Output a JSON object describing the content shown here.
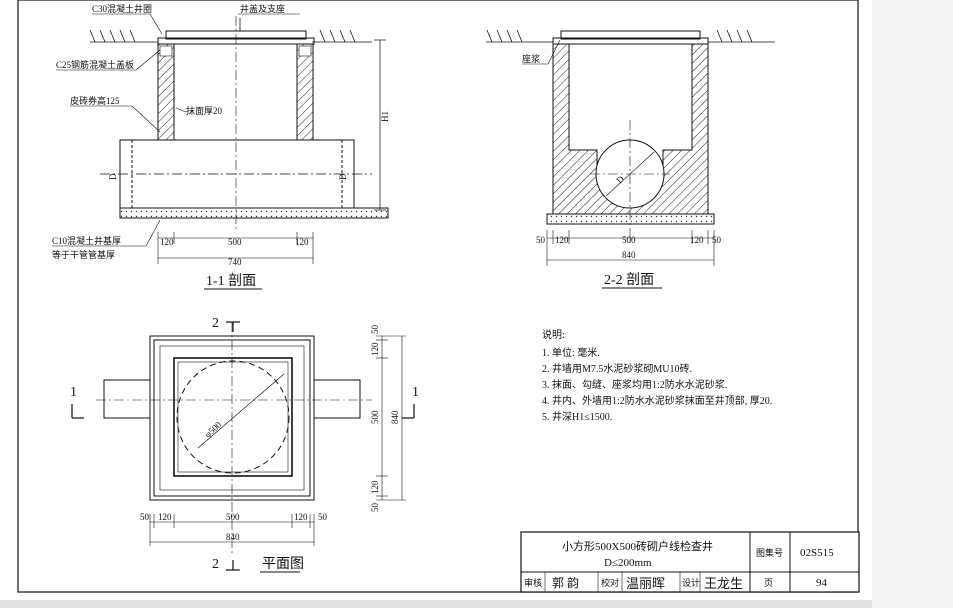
{
  "window": {
    "scroll_right": "",
    "scroll_bottom": ""
  },
  "section_1_1": {
    "title": "1-1 剖面",
    "callouts": {
      "c30_cover": "C30混凝土井圈",
      "lid": "井盖及支座",
      "c25_slab": "C25钢筋混凝土盖板",
      "brick_course": "皮砖券高125",
      "plaster": "抹面厚20",
      "base": "C10混凝土井基厚",
      "base_note": "等于干管管基厚",
      "depth": "H1",
      "pipe": "D"
    },
    "dims": {
      "wall_left": "120",
      "inner": "500",
      "wall_right": "120",
      "total": "740"
    }
  },
  "section_2_2": {
    "title": "2-2 剖面",
    "callouts": {
      "mortar_seat": "座浆",
      "pipe": "D"
    },
    "dims": {
      "off_left": "50",
      "wall_left": "120",
      "inner": "500",
      "wall_right": "120",
      "off_right": "50",
      "total": "840"
    }
  },
  "plan": {
    "title": "平面图",
    "markers": {
      "top": "2",
      "bottom": "2",
      "left": "1",
      "right": "1"
    },
    "circle_label": "φ500",
    "bottom_dims": {
      "a": "50",
      "b": "120",
      "c": "500",
      "d": "120",
      "e": "50",
      "total": "840"
    },
    "side_dims": {
      "a": "50",
      "b": "120",
      "c": "500",
      "d": "120",
      "e": "50",
      "total": "840"
    }
  },
  "notes": {
    "heading": "说明:",
    "items": [
      "1. 单位: 毫米.",
      "2. 井墙用M7.5水泥砂浆砌MU10砖.",
      "3. 抹面、勾缝、座浆均用1:2防水水泥砂浆.",
      "4. 井内、外墙用1:2防水水泥砂浆抹面至井顶部, 厚20.",
      "5. 井深H1≤1500."
    ]
  },
  "title_block": {
    "name_line1": "小方形500X500砖砌户线检查井",
    "name_line2": "D≤200mm",
    "atlas_label": "图集号",
    "atlas_no": "02S515",
    "page_label": "页",
    "page_no": "94",
    "review_label": "审核",
    "review_sig": "郭 韵",
    "check_label": "校对",
    "check_sig": "温丽晖",
    "design_label": "设计",
    "design_sig": "王龙生"
  }
}
